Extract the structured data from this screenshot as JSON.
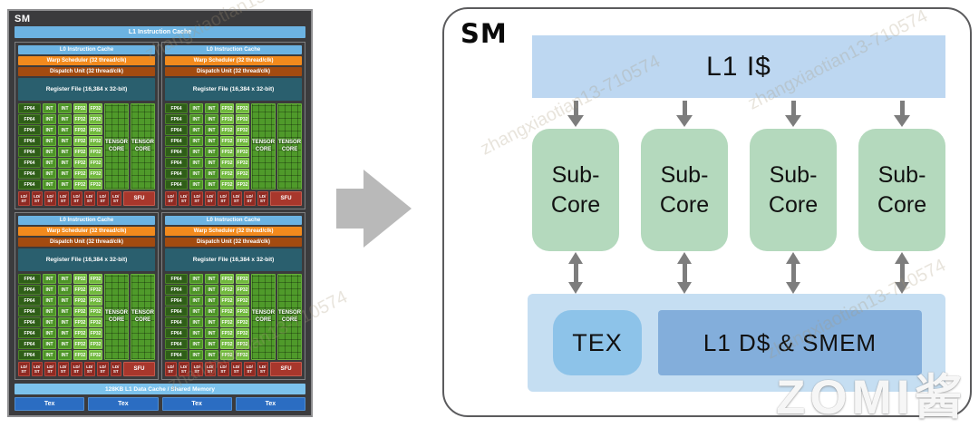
{
  "left_diagram": {
    "title": "SM",
    "l1_cache": "L1 Instruction Cache",
    "quadrant_count": 4,
    "quadrant": {
      "l0_cache": "L0 Instruction Cache",
      "warp_scheduler": "Warp Scheduler (32 thread/clk)",
      "dispatch_unit": "Dispatch Unit (32 thread/clk)",
      "register_file": "Register File (16,384 x 32-bit)",
      "rows": 8,
      "fp64_label": "FP64",
      "int_label": "INT",
      "int_columns": 2,
      "fp32_label": "FP32",
      "fp32_columns": 2,
      "tensor_core_lines": [
        "TENSOR",
        "CORE"
      ],
      "tensor_core_count": 2,
      "ldst_lines": [
        "LD/",
        "ST"
      ],
      "ldst_count": 8,
      "sfu_label": "SFU"
    },
    "shared_memory": "128KB L1 Data Cache / Shared Memory",
    "tex_label": "Tex",
    "tex_count": 4
  },
  "right_diagram": {
    "title": "SM",
    "l1_icache": "L1 I$",
    "subcore_label": "Sub-Core",
    "subcore_count": 4,
    "tex_label": "TEX",
    "l1_dcache": "L1 D$ & SMEM"
  },
  "watermarks": {
    "zomi": "ZOMI酱",
    "diagonal": "zhangxiaotian13-710574"
  },
  "colors": {
    "left_frame_bg": "#3b3b3d",
    "cache_blue": "#6cb3e2",
    "warp_orange": "#f28a1d",
    "dispatch_brown": "#a34b10",
    "regfile_teal": "#2a5f6e",
    "fp64_green": "#2f5e18",
    "int_green": "#4d9427",
    "fp32_green": "#71b93e",
    "tensor_green": "#4f9a2a",
    "ldst_red": "#8f2a22",
    "sfu_red": "#a8372c",
    "membar_blue": "#7cc2ec",
    "tex_blue": "#2b6dc2",
    "l1bar_blue": "#bdd7f1",
    "subcore_green": "#b4d9bd",
    "bottombar_blue": "#c5def2",
    "texbox_blue": "#8dc3e9",
    "dmem_blue": "#83aedb",
    "arrow_gray": "#7d7d7d",
    "big_arrow_gray": "#b9b9b9"
  }
}
